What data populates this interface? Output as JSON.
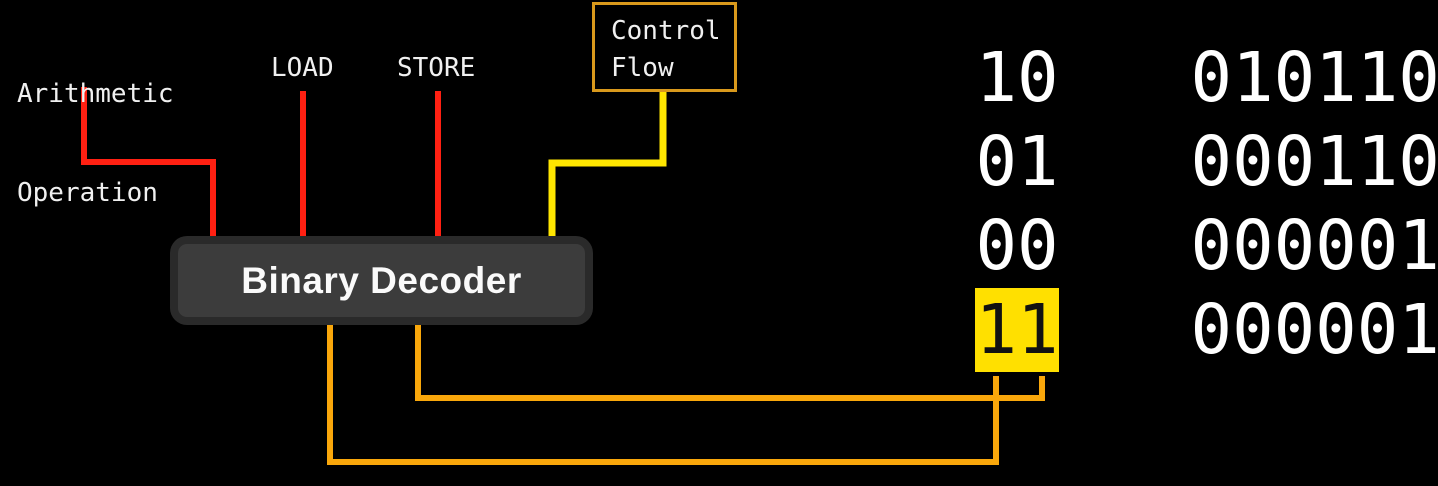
{
  "colors": {
    "background": "#000000",
    "wire_red": "#ff2012",
    "wire_yellow": "#ffe600",
    "wire_orange": "#f9a70b",
    "control_box_border": "#d9991c",
    "highlight_bg": "#ffe000",
    "highlight_text": "#111111",
    "decoder_outer": "#2a2a2a",
    "decoder_inner": "#3c3c3c",
    "label_text": "#f0f0f0",
    "binary_text": "#ffffff"
  },
  "decoder": {
    "label": "Binary Decoder"
  },
  "inputs": {
    "arithmetic": {
      "line1": "Arithmetic",
      "line2": "Operation",
      "wire": "red"
    },
    "load": {
      "label": "LOAD",
      "wire": "red"
    },
    "store": {
      "label": "STORE",
      "wire": "red"
    },
    "control_flow": {
      "line1": "Control",
      "line2": "Flow",
      "wire": "yellow",
      "boxed": true
    }
  },
  "instruction_table": {
    "rows": [
      {
        "opcode": "10",
        "operand": "010110",
        "highlighted": false
      },
      {
        "opcode": "01",
        "operand": "000110",
        "highlighted": false
      },
      {
        "opcode": "00",
        "operand": "000001",
        "highlighted": false
      },
      {
        "opcode": "11",
        "operand": "000001",
        "highlighted": true
      }
    ]
  }
}
